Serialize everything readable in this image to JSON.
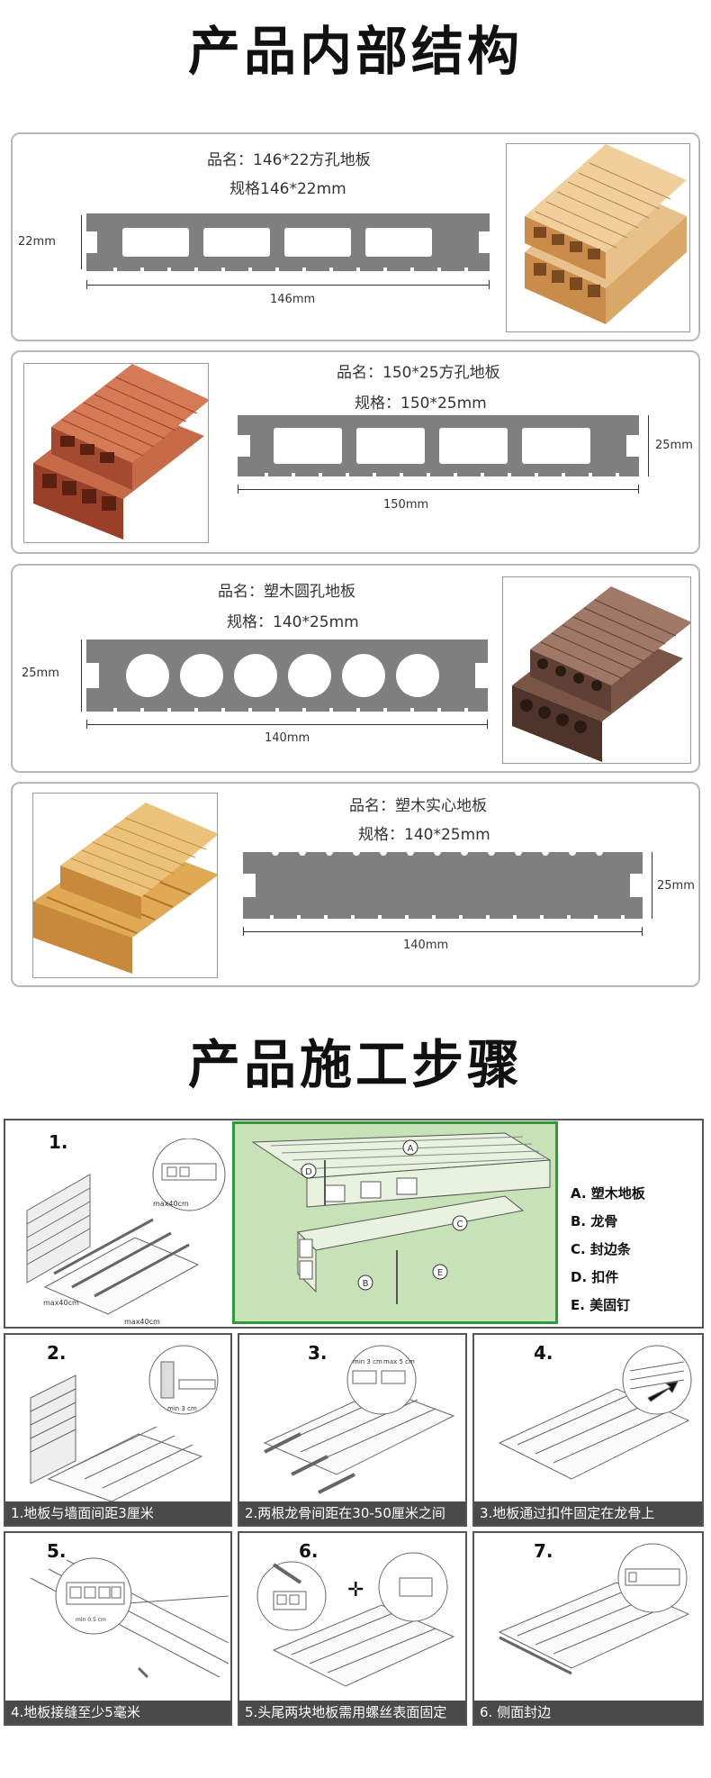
{
  "titles": {
    "structure": "产品内部结构",
    "steps": "产品施工步骤"
  },
  "products": [
    {
      "name": "品名：146*22方孔地板",
      "spec": "规格146*22mm",
      "height_label": "22mm",
      "width_label": "146mm"
    },
    {
      "name": "品名：150*25方孔地板",
      "spec": "规格：150*25mm",
      "height_label": "25mm",
      "width_label": "150mm"
    },
    {
      "name": "品名：塑木圆孔地板",
      "spec": "规格：140*25mm",
      "height_label": "25mm",
      "width_label": "140mm"
    },
    {
      "name": "品名：塑木实心地板",
      "spec": "规格：140*25mm",
      "height_label": "25mm",
      "width_label": "140mm"
    }
  ],
  "steps": {
    "s1": {
      "num": "1.",
      "wall_note": "max40cm",
      "gap_note_a": "max40cm",
      "gap_note_b": "max40cm"
    },
    "legend": [
      "A. 塑木地板",
      "B. 龙骨",
      "C. 封边条",
      "D. 扣件",
      "E. 美固钉"
    ],
    "diagram_markers": [
      "A",
      "B",
      "C",
      "D",
      "E"
    ],
    "s2": {
      "num": "2.",
      "caption": "1.地板与墙面间距3厘米",
      "note": "min 3 cm"
    },
    "s3": {
      "num": "3.",
      "caption": "2.两根龙骨间距在30-50厘米之间",
      "note_a": "min 3 cm",
      "note_b": "max 5 cm"
    },
    "s4": {
      "num": "4.",
      "caption": "3.地板通过扣件固定在龙骨上"
    },
    "s5": {
      "num": "5.",
      "caption": "4.地板接缝至少5毫米",
      "note": "min 0.5 cm"
    },
    "s6": {
      "num": "6.",
      "caption": "5.头尾两块地板需用螺丝表面固定"
    },
    "s7": {
      "num": "7.",
      "caption": "6. 侧面封边"
    }
  },
  "colors": {
    "profile_gray": "#7f7f7f",
    "green_panel": "#c8e2b8",
    "green_border": "#2f9a3a",
    "caption_bg": "#4a4a4a",
    "wood_light": "#d9a766",
    "wood_red": "#b35a3a",
    "wood_brown": "#6e4a3a",
    "wood_yellow": "#e0aa55"
  }
}
